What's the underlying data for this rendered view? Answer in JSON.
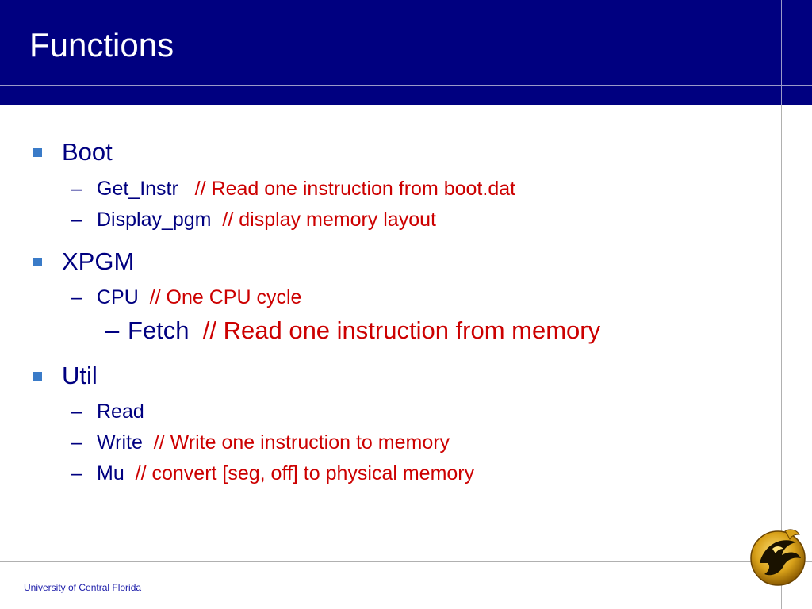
{
  "slide": {
    "title": "Functions",
    "footer": "University of Central Florida",
    "logo": "ucf-pegasus-logo"
  },
  "outline": {
    "boot": {
      "label": "Boot",
      "items": [
        {
          "name": "Get_Instr",
          "comment": "// Read one instruction from boot.dat"
        },
        {
          "name": "Display_pgm",
          "comment": "// display memory layout"
        }
      ]
    },
    "xpgm": {
      "label": "XPGM",
      "items": [
        {
          "name": "CPU",
          "comment": "// One CPU cycle"
        }
      ],
      "sub_items": [
        {
          "name": "Fetch",
          "comment": "// Read one instruction from memory"
        }
      ]
    },
    "util": {
      "label": "Util",
      "items": [
        {
          "name": "Read",
          "comment": ""
        },
        {
          "name": "Write",
          "comment": "// Write one instruction to memory"
        },
        {
          "name": "Mu",
          "comment": "// convert [seg, off] to physical memory"
        }
      ]
    }
  },
  "colors": {
    "title_bar": "#000080",
    "bullet": "#3a7bc8",
    "text": "#000080",
    "comment": "#cc0000"
  }
}
